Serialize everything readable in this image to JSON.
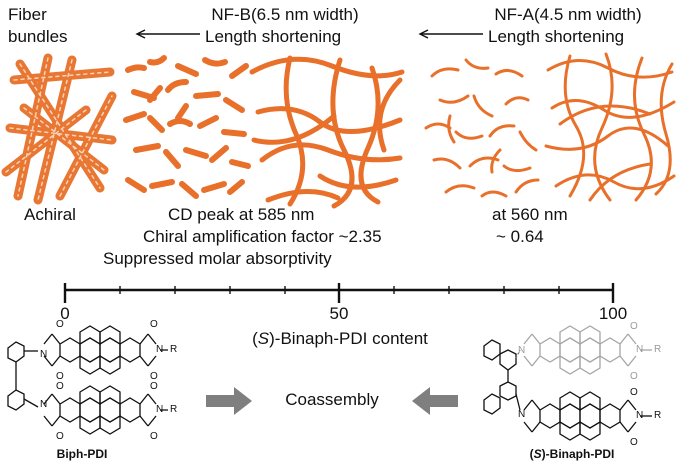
{
  "header": {
    "fiber_line1": "Fiber",
    "fiber_line2": "bundles",
    "nfb_title": "NF-B(6.5 nm width)",
    "nfb_arrow_label": "Length shortening",
    "nfa_title": "NF-A(4.5 nm width)",
    "nfa_arrow_label": "Length shortening"
  },
  "captions": {
    "achiral": "Achiral",
    "cd_peak": "CD peak at 585 nm",
    "amplification": "Chiral amplification factor ~2.35",
    "absorptivity": "Suppressed molar absorptivity",
    "at560": "at 560 nm",
    "approx064": "~ 0.64"
  },
  "scale": {
    "ticks": [
      "0",
      "50",
      "100"
    ],
    "axis_label_prefix": "(",
    "axis_label_italic": "S",
    "axis_label_suffix": ")-Binaph-PDI content"
  },
  "molecules": {
    "left_name": "Biph-PDI",
    "right_name_prefix": "(",
    "right_name_italic": "S",
    "right_name_suffix": ")-Binaph-PDI",
    "atom_o": "O",
    "atom_n": "N",
    "atom_r": "R"
  },
  "center": {
    "coassembly": "Coassembly"
  },
  "colors": {
    "fiber": "#e8702a",
    "arrow_gray": "#7f7f7f",
    "light_structure": "#a6a6a6"
  }
}
